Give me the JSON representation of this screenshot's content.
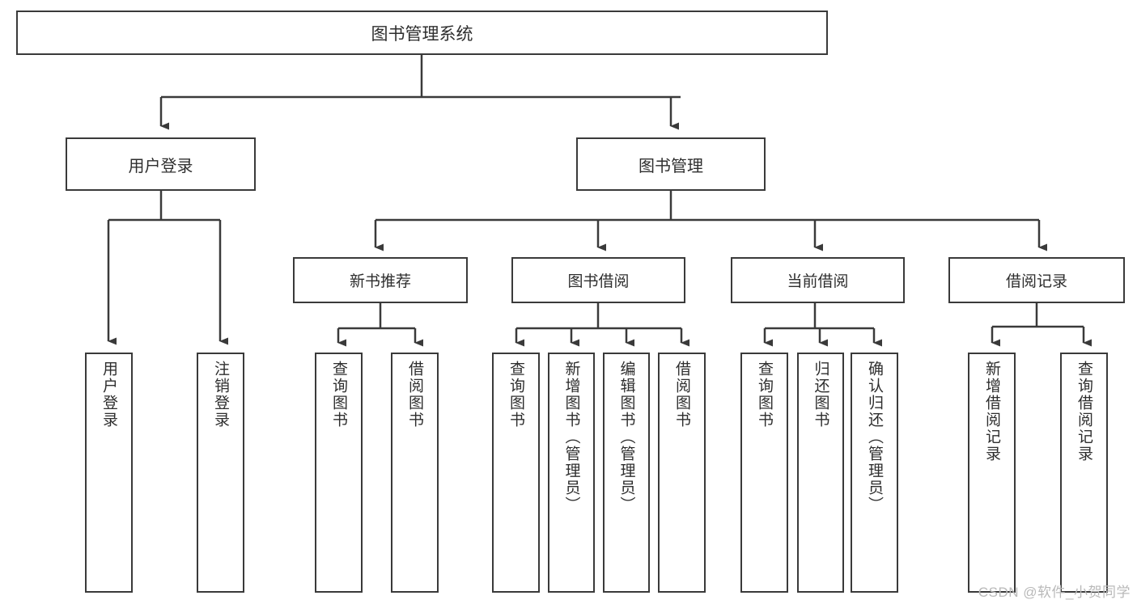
{
  "diagram": {
    "title": "图书管理系统",
    "type": "hierarchy-tree",
    "watermark": "CSDN @软件_小贺同学",
    "colors": {
      "stroke": "#3a3a3a",
      "fill": "#ffffff",
      "text": "#2e2e2e",
      "watermark": "#b9b9b9"
    },
    "root": {
      "label": "图书管理系统"
    },
    "level2": [
      {
        "label": "用户登录"
      },
      {
        "label": "图书管理"
      }
    ],
    "level3": [
      {
        "label": "新书推荐"
      },
      {
        "label": "图书借阅"
      },
      {
        "label": "当前借阅"
      },
      {
        "label": "借阅记录"
      }
    ],
    "leaves": {
      "user_login": [
        {
          "label": "用户登录"
        },
        {
          "label": "注销登录"
        }
      ],
      "new_book_recommend": [
        {
          "label": "查询图书"
        },
        {
          "label": "借阅图书"
        }
      ],
      "book_borrow": [
        {
          "label": "查询图书"
        },
        {
          "label": "新增图书（管理员）"
        },
        {
          "label": "编辑图书（管理员）"
        },
        {
          "label": "借阅图书"
        }
      ],
      "current_borrow": [
        {
          "label": "查询图书"
        },
        {
          "label": "归还图书"
        },
        {
          "label": "确认归还（管理员）"
        }
      ],
      "borrow_record": [
        {
          "label": "新增借阅记录"
        },
        {
          "label": "查询借阅记录"
        }
      ]
    }
  }
}
